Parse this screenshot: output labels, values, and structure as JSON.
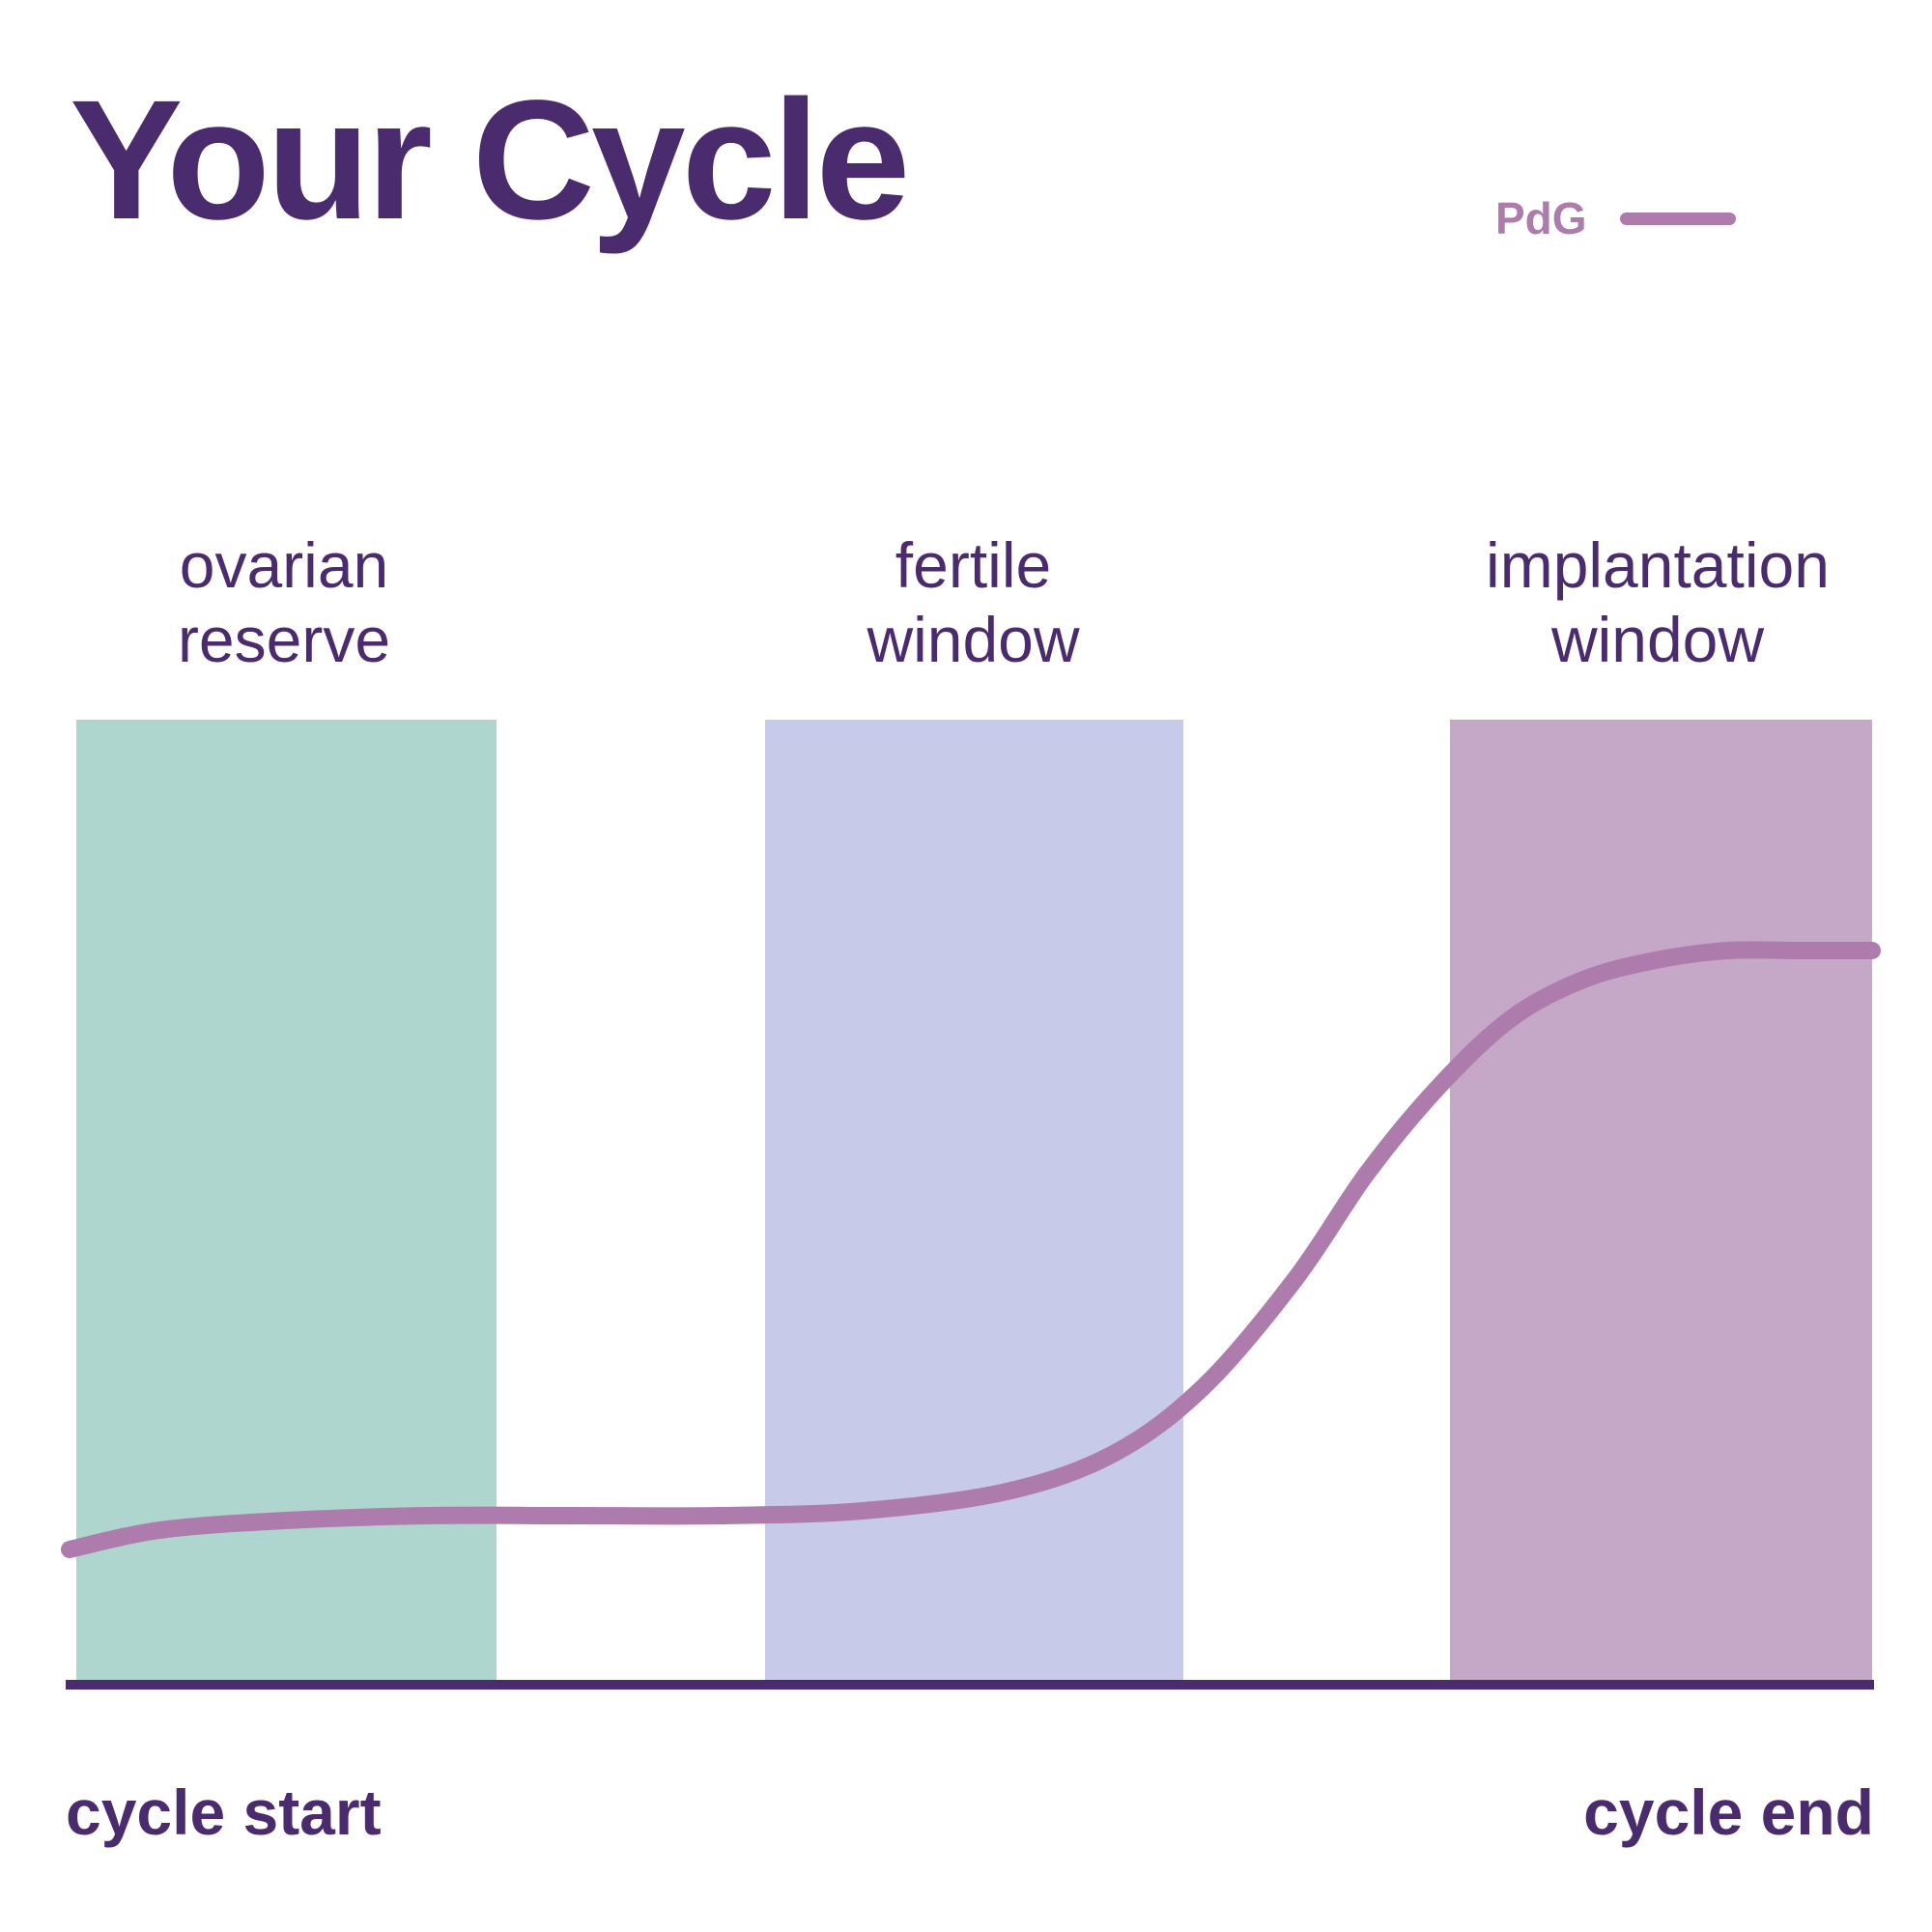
{
  "header": {
    "title": "Your Cycle",
    "title_color": "#4A2B6E"
  },
  "legend": {
    "entries": [
      {
        "label": "PdG",
        "color": "#AD7CAC",
        "marker": "line"
      }
    ]
  },
  "axis": {
    "start_label": "cycle start",
    "end_label": "cycle end",
    "line_color": "#4A2B6E"
  },
  "bands": [
    {
      "id": "ovarian-reserve",
      "label": "ovarian\nreserve",
      "color": "#AED5CE"
    },
    {
      "id": "fertile-window",
      "label": "fertile\nwindow",
      "color": "#C8CAE9"
    },
    {
      "id": "implantation-window",
      "label": "implantation\nwindow",
      "color": "#C5A7C8"
    }
  ],
  "chart_data": {
    "type": "line",
    "title": "Your Cycle",
    "xlabel": "",
    "ylabel": "",
    "grid": false,
    "legend_position": "top-right",
    "xlim": [
      0,
      100
    ],
    "ylim": [
      0,
      100
    ],
    "x_tick_labels": [
      "cycle start",
      "cycle end"
    ],
    "y_tick_labels": [],
    "series": [
      {
        "name": "PdG",
        "color": "#AD7CAC",
        "line_width": 18,
        "x": [
          0,
          5,
          12,
          20,
          28,
          36,
          44,
          52,
          58,
          63,
          68,
          72,
          76,
          80,
          84,
          88,
          92,
          96,
          100
        ],
        "y": [
          14,
          16,
          17,
          17.5,
          17.5,
          17.5,
          18,
          20,
          24,
          31,
          42,
          53,
          62,
          69,
          73,
          75,
          76,
          76,
          76
        ]
      }
    ],
    "shaded_regions": [
      {
        "label": "ovarian reserve",
        "x_start": 0.4,
        "x_end": 23.7,
        "color": "#AED5CE"
      },
      {
        "label": "fertile window",
        "x_start": 38.6,
        "x_end": 61.8,
        "color": "#C8CAE9"
      },
      {
        "label": "implantation window",
        "x_start": 76.6,
        "x_end": 100,
        "color": "#C5A7C8"
      }
    ],
    "annotations": [
      {
        "text": "PdG",
        "type": "legend-label"
      }
    ]
  }
}
